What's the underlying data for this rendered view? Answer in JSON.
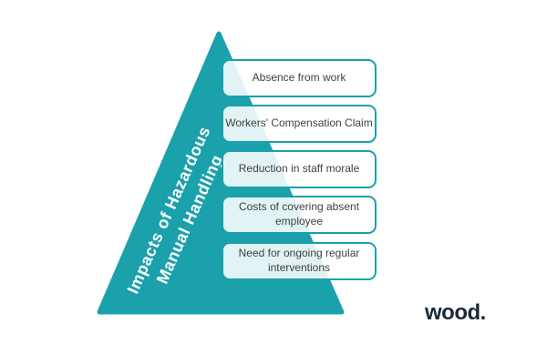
{
  "diagram": {
    "title_line1": "Impacts of Hazardous",
    "title_line2": "Manual Handling",
    "levels": [
      {
        "label": "Absence from work"
      },
      {
        "label": "Workers' Compensation Claim"
      },
      {
        "label": "Reduction in staff morale"
      },
      {
        "label": "Costs of covering absent employee"
      },
      {
        "label": "Need for ongoing regular interventions"
      }
    ]
  },
  "branding": {
    "logo_text": "wood."
  },
  "colors": {
    "teal": "#1AA1AB",
    "box_fill": "rgba(255,255,255,0.87)",
    "box_text": "#404040",
    "title_text": "#FFFFFF",
    "logo_text": "#1B2A38",
    "background": "#FFFFFF"
  }
}
